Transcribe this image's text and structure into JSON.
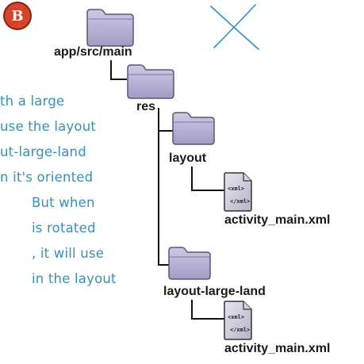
{
  "badge": {
    "letter": "B",
    "color": "#d8432b"
  },
  "tree": {
    "root": {
      "label": "app/src/main",
      "icon": "folder-icon"
    },
    "res": {
      "label": "res",
      "icon": "folder-icon"
    },
    "layout": {
      "label": "layout",
      "icon": "folder-icon"
    },
    "layout_file": {
      "label": "activity_main.xml",
      "icon": "xml-file-icon",
      "tag_open": "<xml>",
      "tag_close": "</xml>"
    },
    "layout_large_land": {
      "label": "layout-large-land",
      "icon": "folder-icon"
    },
    "large_land_file": {
      "label": "activity_main.xml",
      "icon": "xml-file-icon",
      "tag_open": "<xml>",
      "tag_close": "</xml>"
    }
  },
  "annotation": {
    "color": "#3a8fb5",
    "lines": [
      "th a large",
      "use the layout",
      "ut-large-land",
      "n it's oriented",
      "But when",
      "is rotated",
      ", it will use",
      "in the layout"
    ]
  },
  "cross_mark": {
    "icon": "cross-mark-icon",
    "color": "#2a8fd0"
  }
}
